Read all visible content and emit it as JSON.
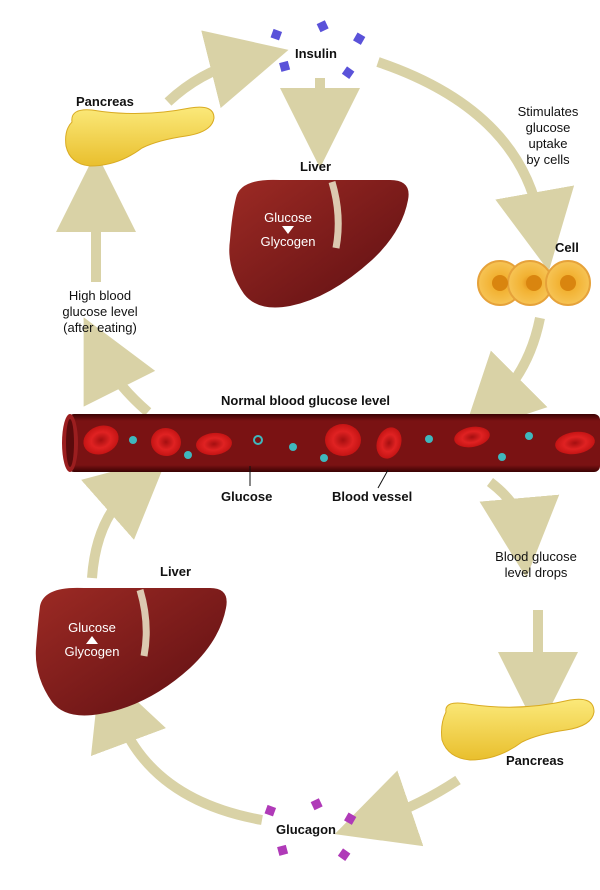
{
  "labels": {
    "insulin": "Insulin",
    "pancreas_top": "Pancreas",
    "liver_top": "Liver",
    "liver_top_glucose": "Glucose",
    "liver_top_glycogen": "Glycogen",
    "stimulates": [
      "Stimulates",
      "glucose",
      "uptake",
      "by cells"
    ],
    "cell": "Cell",
    "high_blood": [
      "High blood",
      "glucose level",
      "(after eating)"
    ],
    "normal_level": "Normal blood glucose level",
    "glucose": "Glucose",
    "blood_vessel": "Blood vessel",
    "blood_drops": [
      "Blood glucose",
      "level drops"
    ],
    "liver_bottom": "Liver",
    "liver_bottom_glucose": "Glucose",
    "liver_bottom_glycogen": "Glycogen",
    "pancreas_bottom": "Pancreas",
    "glucagon": "Glucagon"
  },
  "colors": {
    "arrow": "#d9d2a6",
    "liver": "#8b1f22",
    "pancreas": "#f6d64a",
    "cell": "#f5b53a",
    "vessel": "#6e0d0e",
    "rbc": "#d81e1e",
    "glucose_dot": "#3fb7bd",
    "insulin": "#5a52d9",
    "glucagon": "#b03ab8"
  }
}
